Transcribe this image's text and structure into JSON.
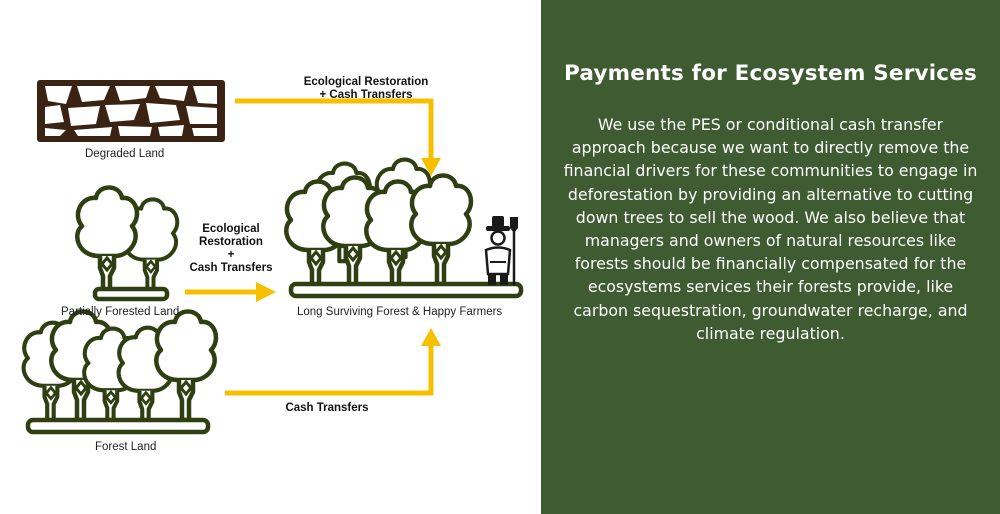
{
  "panel": {
    "title": "Payments for Ecosystem Services",
    "body": "We use the PES or conditional cash transfer approach because we want to directly remove the financial drivers for these communities to engage in deforestation by providing an alternative to cutting down trees to sell the wood. We also believe that managers and owners of natural resources like forests should be financially compensated for the ecosystems services their forests provide, like carbon sequestration, groundwater recharge, and climate regulation."
  },
  "diagram": {
    "degraded_land": "Degraded Land",
    "partially_forested_land": "Partially Forested Land",
    "forest_land": "Forest Land",
    "long_surviving_forest": "Long Surviving Forest & Happy Farmers",
    "arrow_top_line1": "Ecological Restoration",
    "arrow_top_line2": "+ Cash Transfers",
    "arrow_mid_line1": "Ecological",
    "arrow_mid_line2": "Restoration",
    "arrow_mid_line3": "+",
    "arrow_mid_line4": "Cash Transfers",
    "arrow_bottom": "Cash Transfers"
  },
  "colors": {
    "panel_background": "#3f5b32",
    "arrow": "#f6c000",
    "tree_outline": "#2f3f12",
    "degraded_outline": "#3a2312"
  }
}
